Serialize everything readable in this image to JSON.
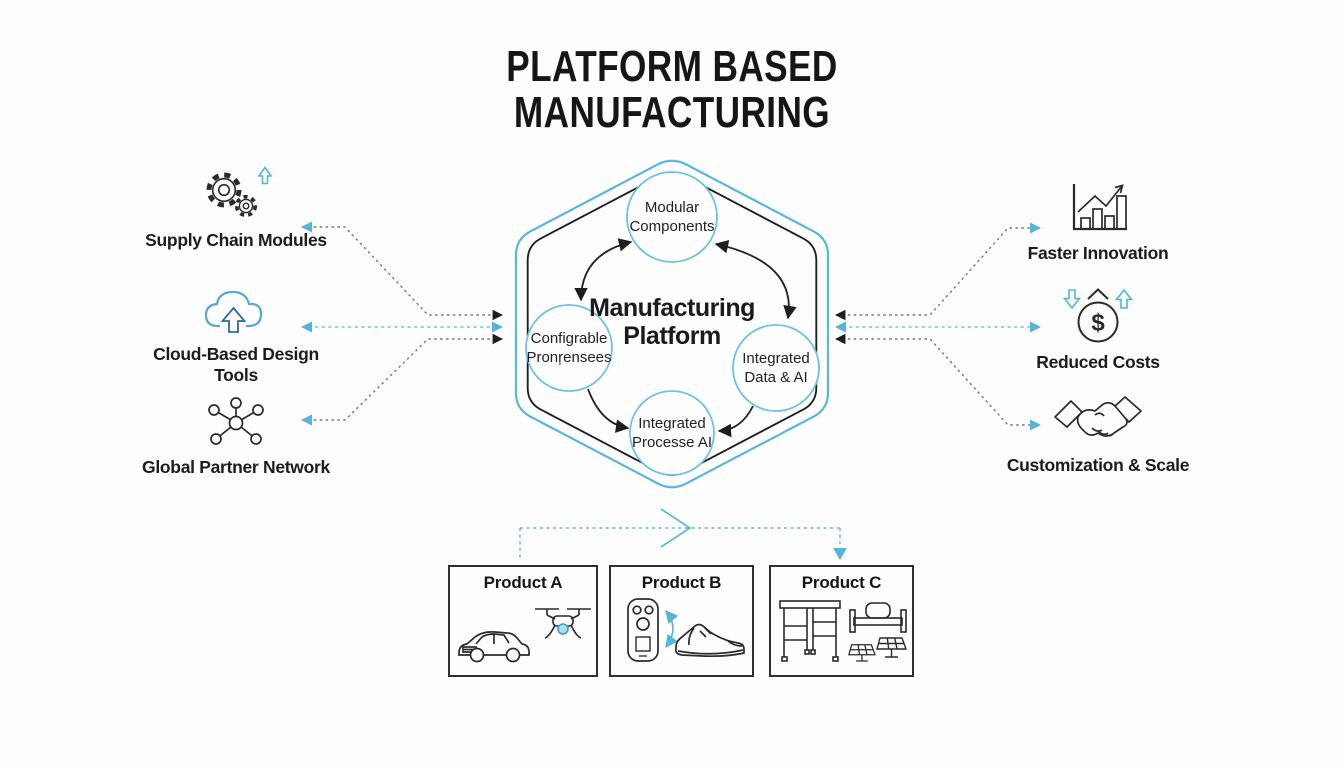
{
  "title": {
    "line1": "PLATFORM BASED",
    "line2": "MANUFACTURING"
  },
  "platform": {
    "label": "Manufacturing Platform",
    "nodes": [
      {
        "label": "Modular Components"
      },
      {
        "label": "Configrable Pronŗensees"
      },
      {
        "label": "Integrated Data & AI"
      },
      {
        "label": "Integrated Processe AI"
      }
    ]
  },
  "left_items": [
    {
      "label": "Supply Chain Modules",
      "icon": "gears-icon"
    },
    {
      "label": "Cloud-Based Design Tools",
      "icon": "cloud-upload-icon"
    },
    {
      "label": "Global Partner Network",
      "icon": "network-icon"
    }
  ],
  "right_items": [
    {
      "label": "Faster Innovation",
      "icon": "growth-chart-icon"
    },
    {
      "label": "Reduced Costs",
      "icon": "dollar-reduction-icon"
    },
    {
      "label": "Customization & Scale",
      "icon": "handshake-icon"
    }
  ],
  "products": [
    {
      "label": "Product A",
      "icons": [
        "car-icon",
        "drone-icon"
      ]
    },
    {
      "label": "Product B",
      "icons": [
        "game-controller-icon",
        "sneaker-icon"
      ]
    },
    {
      "label": "Product C",
      "icons": [
        "shelf-icon",
        "machine-icon",
        "solar-panels-icon"
      ]
    }
  ],
  "icons": {
    "dollar_symbol": "$"
  },
  "colors": {
    "accent_blue": "#54b4da",
    "line_dark": "#222222",
    "dash_gray": "#777777",
    "background": "#fdfdfd"
  }
}
